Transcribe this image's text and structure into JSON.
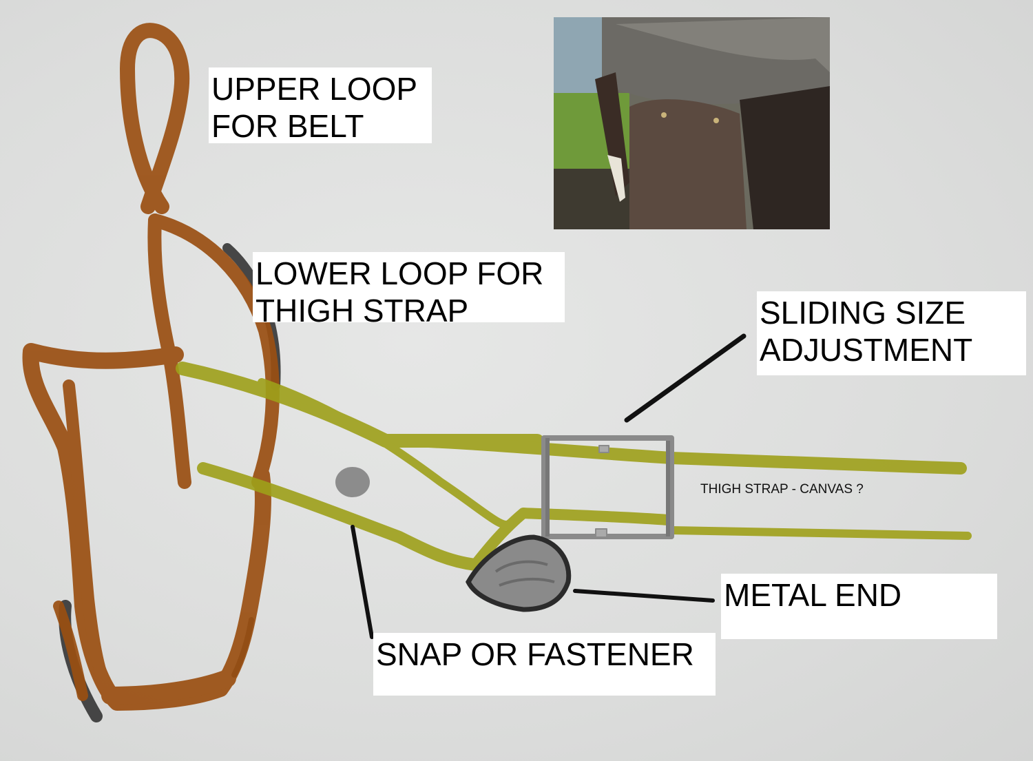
{
  "labels": {
    "upper_loop": [
      "UPPER LOOP",
      "FOR BELT"
    ],
    "lower_loop": [
      "LOWER LOOP FOR",
      "THIGH STRAP"
    ],
    "sliding_size": [
      "SLIDING SIZE",
      "ADJUSTMENT"
    ],
    "metal_end": "METAL END",
    "snap_fastener": "SNAP OR FASTENER",
    "thigh_strap": "THIGH STRAP - CANVAS ?"
  },
  "colors": {
    "leather_brown": "#9a4f12",
    "strap_olive": "#9ea01a",
    "metal_grey": "#8a8a8a",
    "leader_black": "#111111",
    "paper": "#dcdddc",
    "label_bg": "#ffffff"
  }
}
